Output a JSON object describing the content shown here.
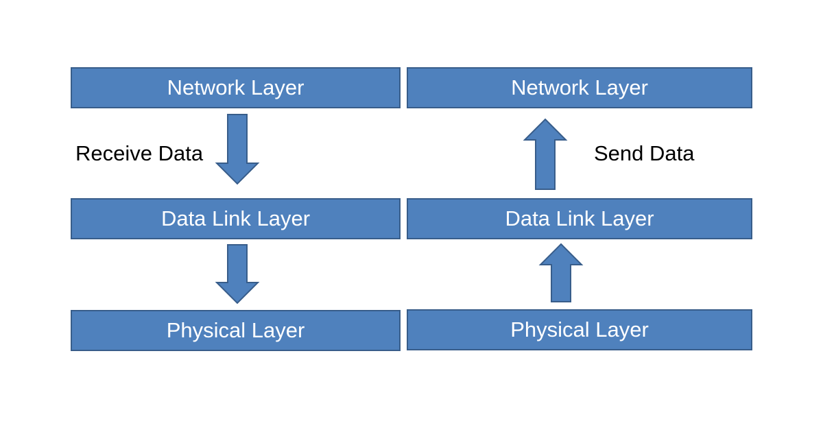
{
  "left_stack": {
    "network_label": "Network Layer",
    "data_link_label": "Data Link Layer",
    "physical_label": "Physical Layer",
    "caption": "Receive Data",
    "arrow_direction": "down"
  },
  "right_stack": {
    "network_label": "Network Layer",
    "data_link_label": "Data Link Layer",
    "physical_label": "Physical Layer",
    "caption": "Send Data",
    "arrow_direction": "up"
  },
  "colors": {
    "box_fill": "#4f81bd",
    "box_border": "#385d8a",
    "box_text": "#ffffff",
    "caption_text": "#000000",
    "background": "#ffffff"
  }
}
